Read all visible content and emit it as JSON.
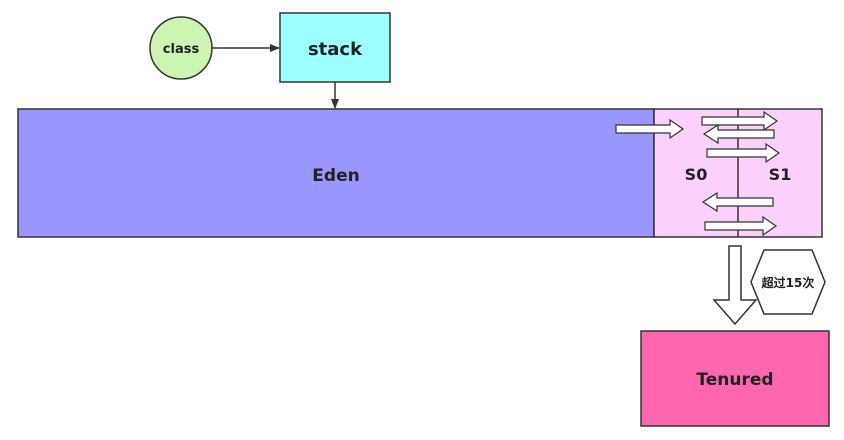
{
  "nodes": {
    "class": {
      "label": "class",
      "fill": "#ccf5b2"
    },
    "stack": {
      "label": "stack",
      "fill": "#9cfefe"
    },
    "eden": {
      "label": "Eden",
      "fill": "#9a96fe"
    },
    "survivor": {
      "fill": "#fbd1fb"
    },
    "s0": {
      "label": "S0"
    },
    "s1": {
      "label": "S1"
    },
    "tenured": {
      "label": "Tenured",
      "fill": "#fe66b0"
    },
    "threshold": {
      "label": "超过15次"
    }
  }
}
